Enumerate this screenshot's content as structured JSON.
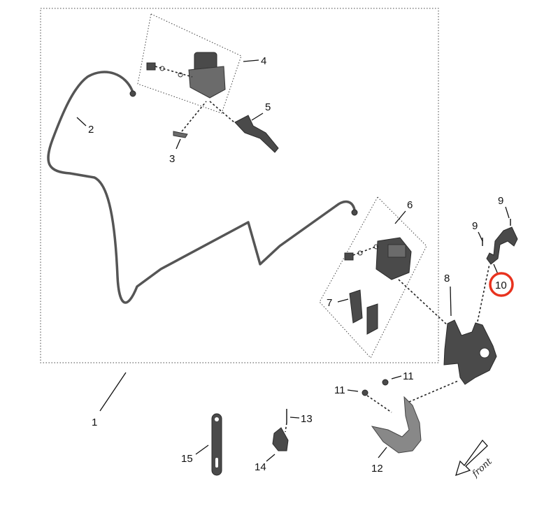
{
  "diagram": {
    "labels": {
      "l1": "1",
      "l2": "2",
      "l3": "3",
      "l4": "4",
      "l5": "5",
      "l6": "6",
      "l7": "7",
      "l8": "8",
      "l9a": "9",
      "l9b": "9",
      "l10": "10",
      "l11a": "11",
      "l11b": "11",
      "l12": "12",
      "l13": "13",
      "l14": "14",
      "l15": "15"
    },
    "direction_label": "front",
    "highlight_color": "#e8321e",
    "part_color": "#4a4a4a"
  }
}
